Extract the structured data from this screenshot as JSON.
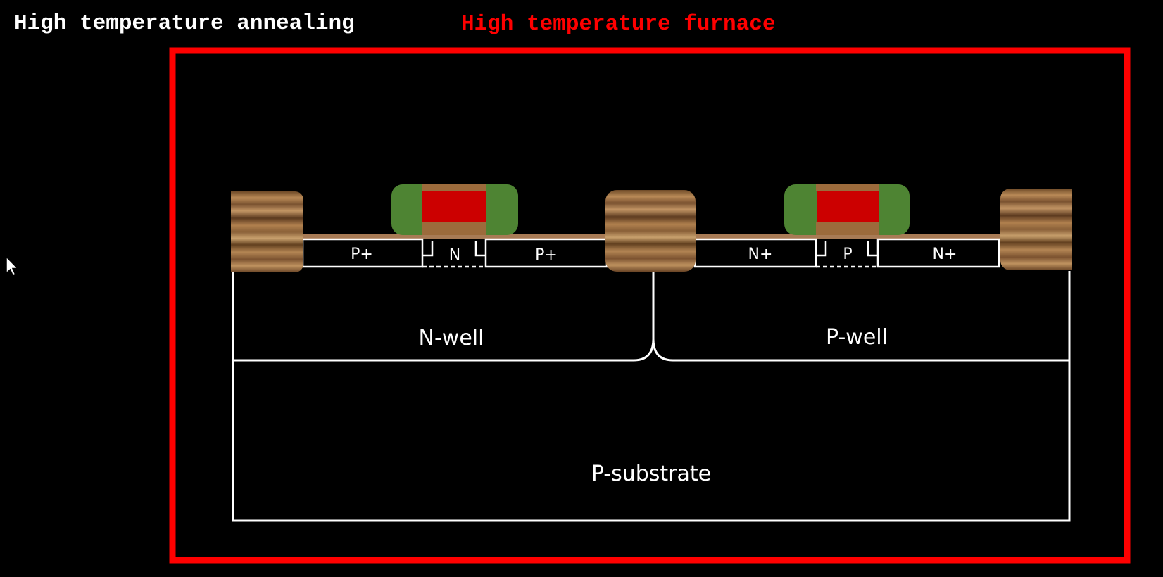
{
  "header": {
    "step_title": "High temperature annealing",
    "furnace_title": "High temperature furnace"
  },
  "regions": {
    "n_well": "N-well",
    "p_well": "P-well",
    "p_substrate": "P-substrate"
  },
  "pmos": {
    "source": "P+",
    "channel": "N",
    "drain": "P+"
  },
  "nmos": {
    "source": "N+",
    "channel": "P",
    "drain": "N+"
  },
  "colors": {
    "background": "#000000",
    "furnace": "#ff0000",
    "outline": "#ffffff",
    "gate_poly": "#cc0000",
    "spacer": "#4e8433",
    "field_oxide": "#9c6b3c",
    "gate_oxide": "#a87b55"
  },
  "icons": {
    "cursor": "arrow-cursor-icon"
  }
}
